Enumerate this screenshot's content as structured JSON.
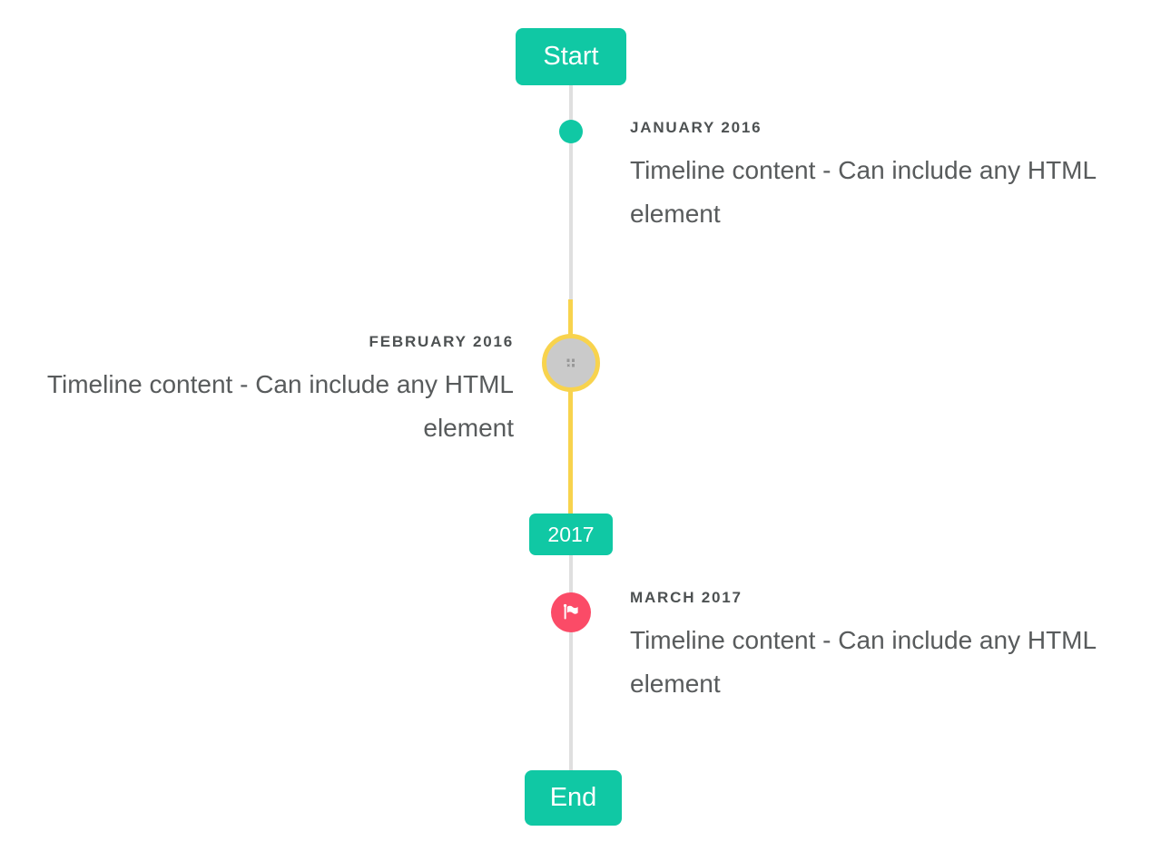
{
  "colors": {
    "accent_teal": "#10c8a4",
    "highlight_yellow": "#f8d34d",
    "flag_pink": "#fb4b67",
    "line_gray": "#dfdfdf",
    "marker_gray_fill": "#cacaca",
    "title_text": "#4d5152",
    "content_text": "#585b5c",
    "badge_text": "#ffffff",
    "page_bg": "#ffffff"
  },
  "timeline": {
    "start_label": "Start",
    "end_label": "End",
    "year_badge": "2017",
    "entries": [
      {
        "title": "JANUARY 2016",
        "content": "Timeline content - Can include any HTML element",
        "side": "right",
        "marker": "teal-dot"
      },
      {
        "title": "FEBRUARY 2016",
        "content": "Timeline content - Can include any HTML element",
        "side": "left",
        "marker": "broken-image",
        "highlighted": true
      },
      {
        "title": "MARCH 2017",
        "content": "Timeline content - Can include any HTML element",
        "side": "right",
        "marker": "flag"
      }
    ]
  }
}
